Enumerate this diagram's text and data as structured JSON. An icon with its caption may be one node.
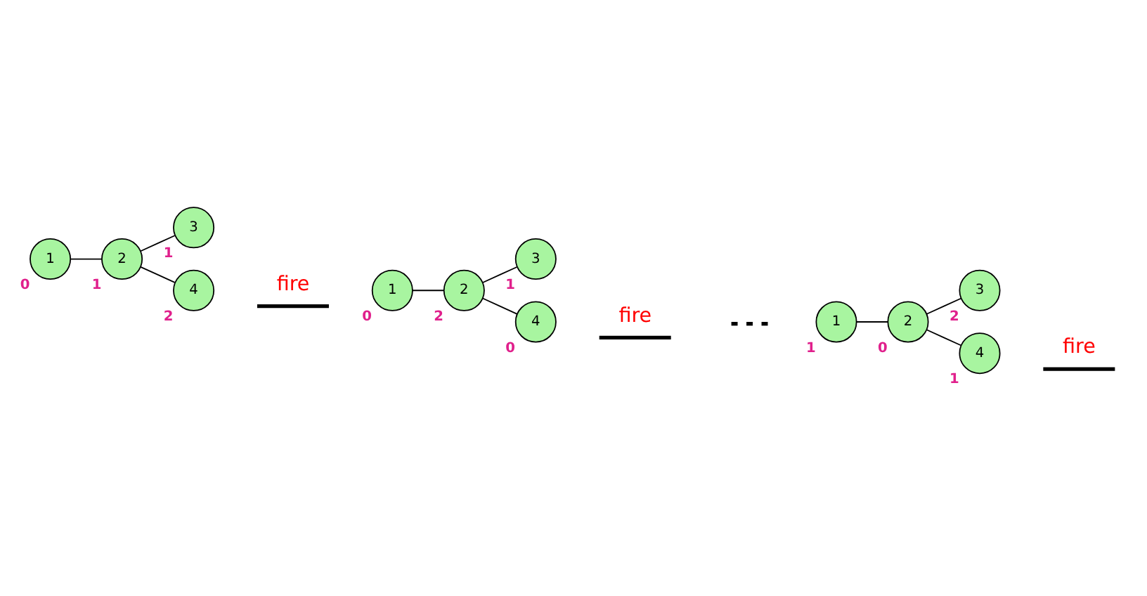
{
  "diagram": {
    "nodes": [
      {
        "text": [
          "1"
        ],
        "beside": [
          "0"
        ]
      },
      {
        "text": [
          "2"
        ],
        "beside": [
          "1"
        ]
      },
      {
        "text": [
          "3"
        ],
        "beside": [
          "1"
        ]
      },
      {
        "text": [
          "4"
        ],
        "beside": [
          "2"
        ]
      },
      {
        "text": [
          "1"
        ],
        "beside": [
          "0"
        ]
      },
      {
        "text": [
          "2"
        ],
        "beside": [
          "2"
        ]
      },
      {
        "text": [
          "3"
        ],
        "beside": [
          "1"
        ]
      },
      {
        "text": [
          "4"
        ],
        "beside": [
          "0"
        ]
      },
      {
        "text": [
          "1"
        ],
        "beside": [
          "1"
        ]
      },
      {
        "text": [
          "2"
        ],
        "beside": [
          "0"
        ]
      },
      {
        "text": [
          "3"
        ],
        "beside": [
          "2"
        ]
      },
      {
        "text": [
          "4"
        ],
        "beside": [
          "1"
        ]
      }
    ],
    "edges": [
      {
        "from": 0,
        "to": 1,
        "arrow": "none"
      },
      {
        "from": 1,
        "to": 2,
        "arrow": "none"
      },
      {
        "from": 1,
        "to": 3,
        "arrow": "none"
      },
      {
        "from": 4,
        "to": 5,
        "arrow": "none"
      },
      {
        "from": 5,
        "to": 6,
        "arrow": "none"
      },
      {
        "from": 5,
        "to": 7,
        "arrow": "none"
      },
      {
        "from": 8,
        "to": 9,
        "arrow": "none"
      },
      {
        "from": 9,
        "to": 10,
        "arrow": "none"
      },
      {
        "from": 9,
        "to": 11,
        "arrow": "none"
      }
    ],
    "labels": [
      "fire",
      "fire",
      "fire"
    ]
  }
}
